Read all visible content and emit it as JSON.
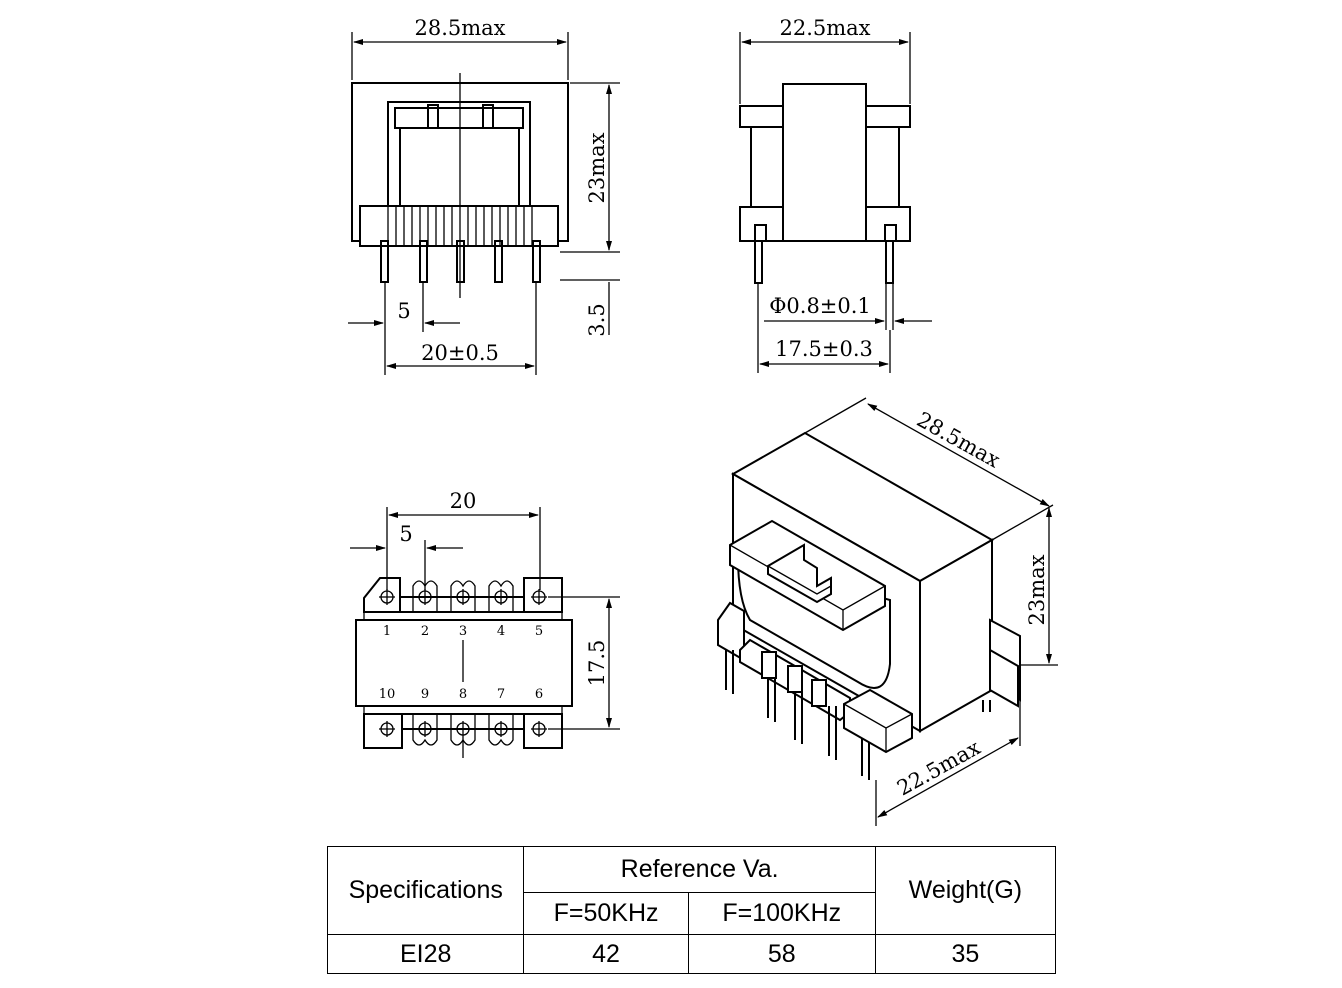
{
  "dimensions": {
    "front_width": "28.5max",
    "front_height": "23max",
    "pin_length": "3.5",
    "pin_pitch": "5",
    "pin_span": "20±0.5",
    "side_width": "22.5max",
    "pin_diameter": "Φ0.8±0.1",
    "row_spacing": "17.5±0.3",
    "bottom_span": "20",
    "bottom_pitch": "5",
    "bottom_row_spacing": "17.5",
    "iso_length": "28.5max",
    "iso_height": "23max",
    "iso_depth": "22.5max"
  },
  "pins": {
    "top_row": [
      "1",
      "2",
      "3",
      "4",
      "5"
    ],
    "bottom_row": [
      "10",
      "9",
      "8",
      "7",
      "6"
    ]
  },
  "table": {
    "col_spec": "Specifications",
    "col_ref": "Reference Va.",
    "col_f50": "F=50KHz",
    "col_f100": "F=100KHz",
    "col_weight": "Weight(G)",
    "row": {
      "spec": "EI28",
      "f50": "42",
      "f100": "58",
      "weight": "35"
    }
  }
}
